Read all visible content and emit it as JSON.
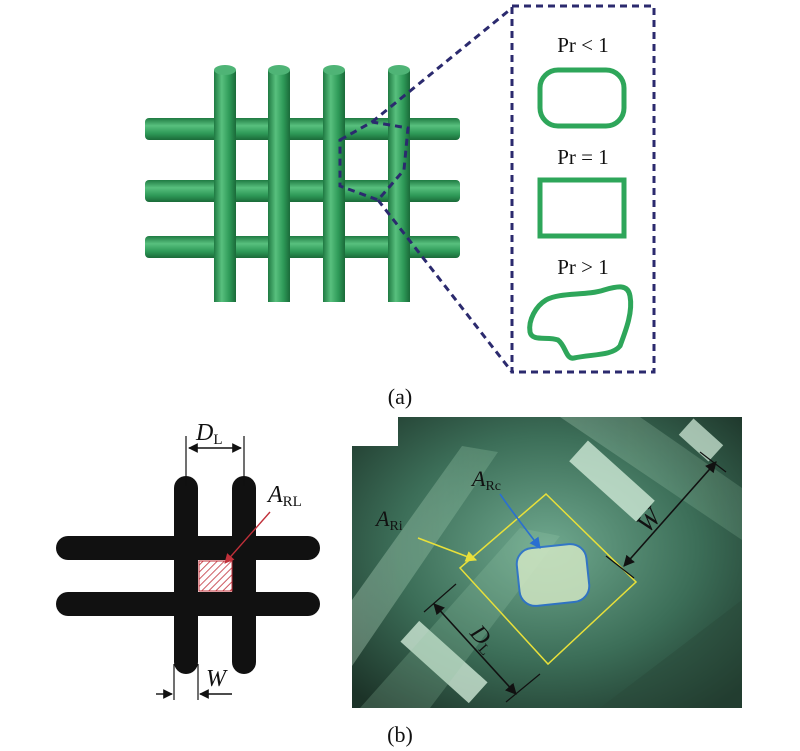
{
  "panel_a": {
    "caption": "(a)",
    "shapes": [
      {
        "label": "Pr < 1",
        "shape": "rounded-rectangle"
      },
      {
        "label": "Pr = 1",
        "shape": "rectangle"
      },
      {
        "label": "Pr > 1",
        "shape": "irregular"
      }
    ],
    "colors": {
      "rod": "#2e9a58",
      "rod_dark": "#1f7a42",
      "rod_light": "#58c07e",
      "callout_border": "#2b2a6e",
      "shape_stroke": "#2ea65a"
    }
  },
  "panel_b": {
    "caption": "(b)",
    "schematic": {
      "dl_main": "D",
      "dl_sub": "L",
      "arl_main": "A",
      "arl_sub": "RL",
      "w_label": "W",
      "colors": {
        "rod": "#111111",
        "hatch": "#c0303a"
      }
    },
    "photo": {
      "arc_main": "A",
      "arc_sub": "Rc",
      "ari_main": "A",
      "ari_sub": "Ri",
      "dl_main": "D",
      "dl_sub": "L",
      "w_label": "W",
      "colors": {
        "outer_box": "#e8e03a",
        "inner_outline": "#2a6fd0",
        "arrow_blue": "#2a6fd0",
        "arrow_yellow": "#e8e03a"
      }
    }
  }
}
